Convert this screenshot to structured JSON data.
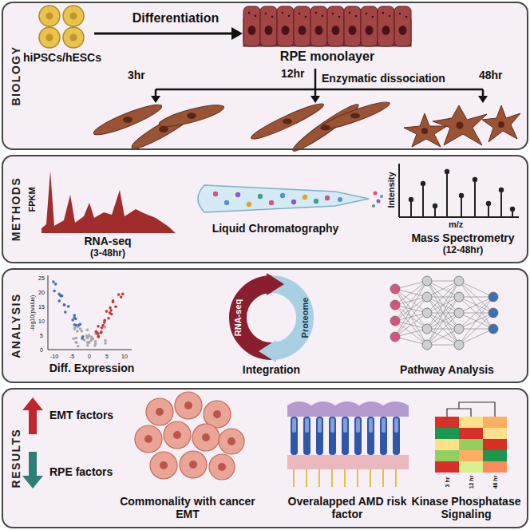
{
  "diagram": {
    "nodes": [
      {
        "text": [
          "BIOLOGY"
        ]
      },
      {
        "text": [
          "METHODS"
        ]
      },
      {
        "text": [
          "ANALYSIS"
        ]
      },
      {
        "text": [
          "RESULTS"
        ]
      }
    ],
    "labels": [
      "hiPSCs/hESCs",
      "Differentiation",
      "RPE monolayer",
      "3hr",
      "12hr",
      "48hr",
      "Enzymatic dissociation",
      "FPKM",
      "RNA-seq",
      "(3-48hr)",
      "Liquid Chromatography",
      "Intensity",
      "m/z",
      "Mass Spectrometry",
      "(12-48hr)",
      "-log10(pvalue)",
      "25",
      "20",
      "15",
      "10",
      "5",
      "0",
      "-10",
      "-5",
      "0",
      "5",
      "10",
      "Diff. Expression",
      "RNA-seq",
      "Proteome",
      "Integration",
      "Pathway Analysis",
      "EMT factors",
      "RPE factors",
      "Commonality with cancer EMT",
      "Overalapped AMD risk factor",
      "Kinase Phosphatase Signaling",
      "3 hr",
      "12 hr",
      "48 hr"
    ]
  }
}
